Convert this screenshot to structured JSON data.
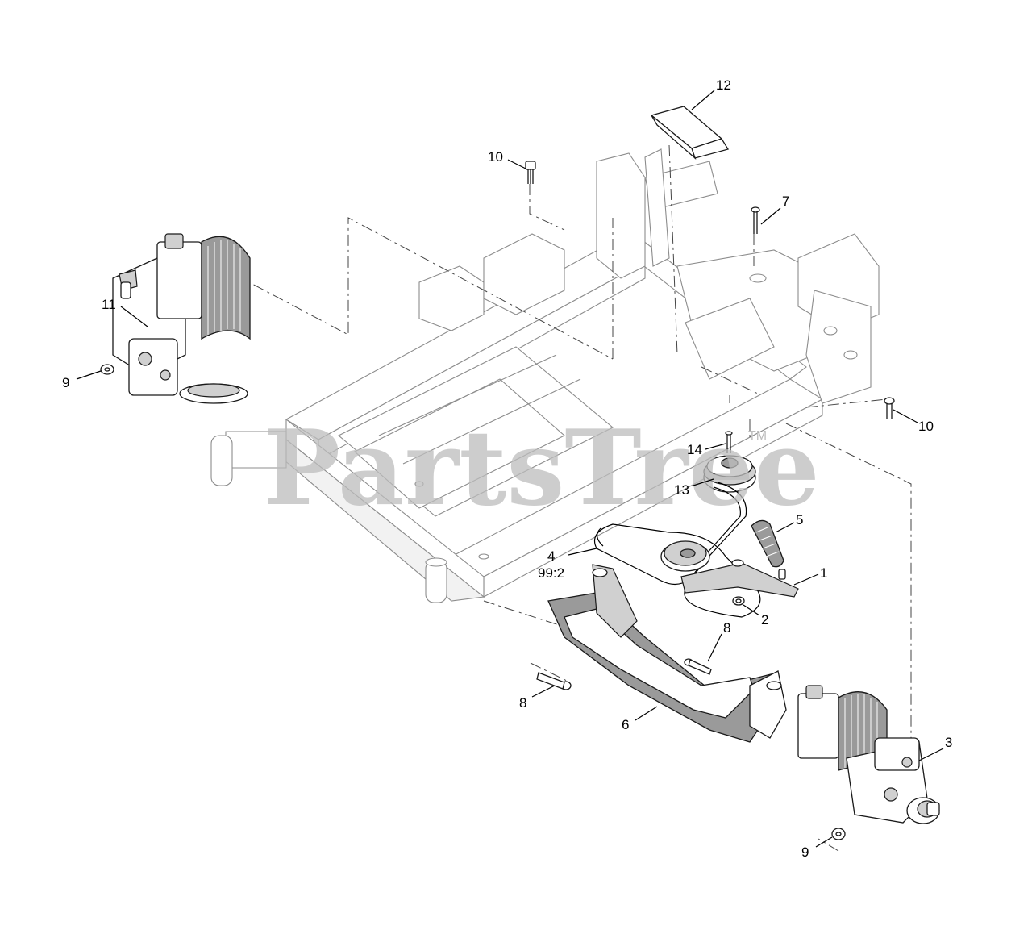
{
  "watermark": {
    "text": "PartsTree",
    "trademark": "TM"
  },
  "callouts": [
    {
      "id": "12",
      "label": "12"
    },
    {
      "id": "10-top",
      "label": "10"
    },
    {
      "id": "7",
      "label": "7"
    },
    {
      "id": "11",
      "label": "11"
    },
    {
      "id": "9-left",
      "label": "9"
    },
    {
      "id": "10-right",
      "label": "10"
    },
    {
      "id": "14",
      "label": "14"
    },
    {
      "id": "13",
      "label": "13"
    },
    {
      "id": "5",
      "label": "5"
    },
    {
      "id": "4",
      "label": "4"
    },
    {
      "id": "4-qty",
      "label": "99:2"
    },
    {
      "id": "1",
      "label": "1"
    },
    {
      "id": "2",
      "label": "2"
    },
    {
      "id": "8-upper",
      "label": "8"
    },
    {
      "id": "8-lower",
      "label": "8"
    },
    {
      "id": "6",
      "label": "6"
    },
    {
      "id": "3",
      "label": "3"
    },
    {
      "id": "9-right",
      "label": "9"
    }
  ]
}
